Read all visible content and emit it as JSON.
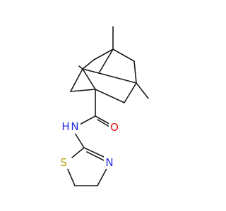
{
  "colors": {
    "background": "#ffffff",
    "bond": "#1a1a1a",
    "nitrogen": "#2430e0",
    "oxygen": "#e01010",
    "sulfur": "#b3a000"
  },
  "atoms": {
    "O": "O",
    "NH": "H",
    "NH_N": "N",
    "N_ring": "N",
    "S": "S"
  }
}
